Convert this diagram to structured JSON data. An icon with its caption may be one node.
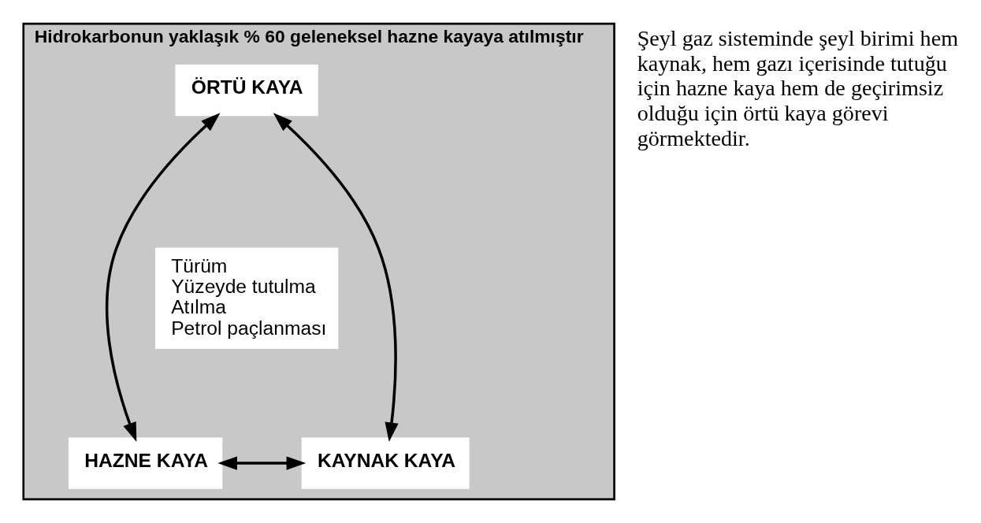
{
  "diagram": {
    "nodes": [
      {
        "text": [
          "Hidrokarbonun yaklaşık % 60 geleneksel hazne kayaya atılmıştır"
        ]
      },
      {
        "text": [
          "ÖRTÜ KAYA"
        ],
        "in": 0
      },
      {
        "text": [
          "Türüm",
          "Yüzeyde tutulma",
          "Atılma",
          "Petrol paçlanması"
        ],
        "in": 0
      },
      {
        "text": [
          "HAZNE KAYA"
        ],
        "in": 0
      },
      {
        "text": [
          "KAYNAK KAYA"
        ],
        "in": 0
      }
    ],
    "edges": [
      {
        "from": 1,
        "to": 3,
        "arrow": "both"
      },
      {
        "from": 1,
        "to": 4,
        "arrow": "both"
      },
      {
        "from": 3,
        "to": 4,
        "arrow": "both"
      }
    ],
    "labels": [
      "Şeyl gaz sisteminde şeyl birimi hem kaynak, hem gazı içerisinde tutuğu için hazne kaya hem de geçirimsiz olduğu için örtü kaya görevi görmektedir."
    ]
  }
}
